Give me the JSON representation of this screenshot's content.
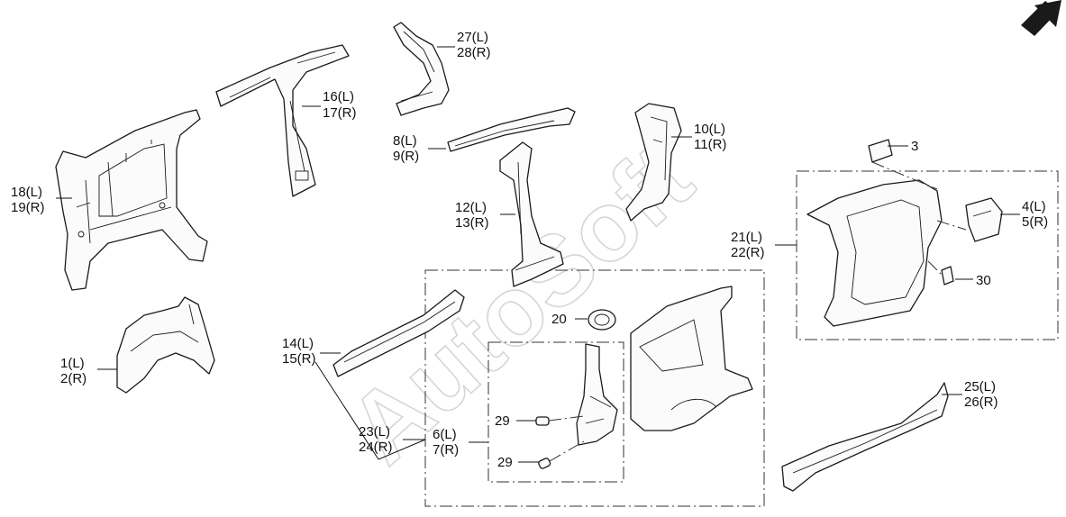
{
  "watermark": "AutoSoft",
  "labels": {
    "p1": "1(L)",
    "p2": "2(R)",
    "p3": "3",
    "p4": "4(L)",
    "p5": "5(R)",
    "p6": "6(L)",
    "p7": "7(R)",
    "p8": "8(L)",
    "p9": "9(R)",
    "p10": "10(L)",
    "p11": "11(R)",
    "p12": "12(L)",
    "p13": "13(R)",
    "p14": "14(L)",
    "p15": "15(R)",
    "p16": "16(L)",
    "p17": "17(R)",
    "p18": "18(L)",
    "p19": "19(R)",
    "p20": "20",
    "p21": "21(L)",
    "p22": "22(R)",
    "p23": "23(L)",
    "p24": "24(R)",
    "p25": "25(L)",
    "p26": "26(R)",
    "p27": "27(L)",
    "p28": "28(R)",
    "p29a": "29",
    "p29b": "29",
    "p30": "30"
  },
  "icons": {
    "direction": "front-direction-arrow-icon"
  }
}
